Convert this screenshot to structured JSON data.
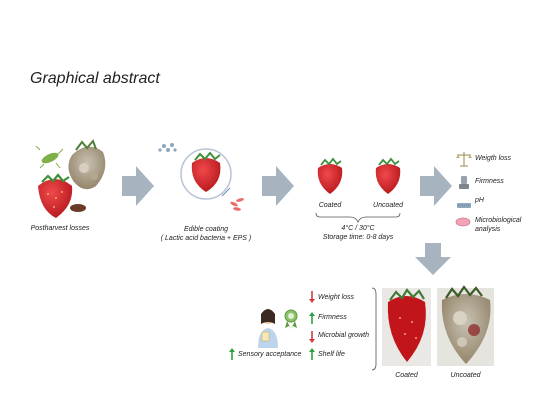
{
  "title": "Graphical abstract",
  "colors": {
    "arrow": "#a7b4c0",
    "strawberry": "#d8262b",
    "leaf": "#3f8f3a",
    "up_arrow": "#2e9e47",
    "down_arrow": "#d23a3a"
  },
  "stage1": {
    "caption": "Postharvest losses",
    "icons": [
      "bacteria-icon",
      "moldy-strawberry-icon",
      "strawberry-icon"
    ]
  },
  "stage2": {
    "caption_line1": "Edible coating",
    "caption_line2": "( Lactic acid bacteria  + EPS )",
    "icons": [
      "eps-cluster-icon",
      "coated-strawberry-icon",
      "lactic-bacteria-icon"
    ]
  },
  "stage3": {
    "coated_label": "Coated",
    "uncoated_label": "Uncoated",
    "temperature": "4°C / 30°C",
    "storage_time": "Storage time: 0-8 days"
  },
  "analyses": [
    {
      "label": "Weigth loss",
      "icon": "balance-icon"
    },
    {
      "label": "Firmness",
      "icon": "penetrometer-icon"
    },
    {
      "label": "pH",
      "icon": "ph-meter-icon"
    },
    {
      "label": "Microbiological\nanalysis",
      "icon": "petri-dish-icon"
    }
  ],
  "results": {
    "effects": [
      {
        "label": "Weight loss",
        "direction": "down"
      },
      {
        "label": "Firmness",
        "direction": "up"
      },
      {
        "label": "Microbial growth",
        "direction": "down"
      },
      {
        "label": "Shelf life",
        "direction": "up"
      }
    ],
    "sensory": {
      "label": "Sensory acceptance",
      "direction": "up"
    },
    "coated_photo_label": "Coated",
    "uncoated_photo_label": "Uncoated"
  }
}
